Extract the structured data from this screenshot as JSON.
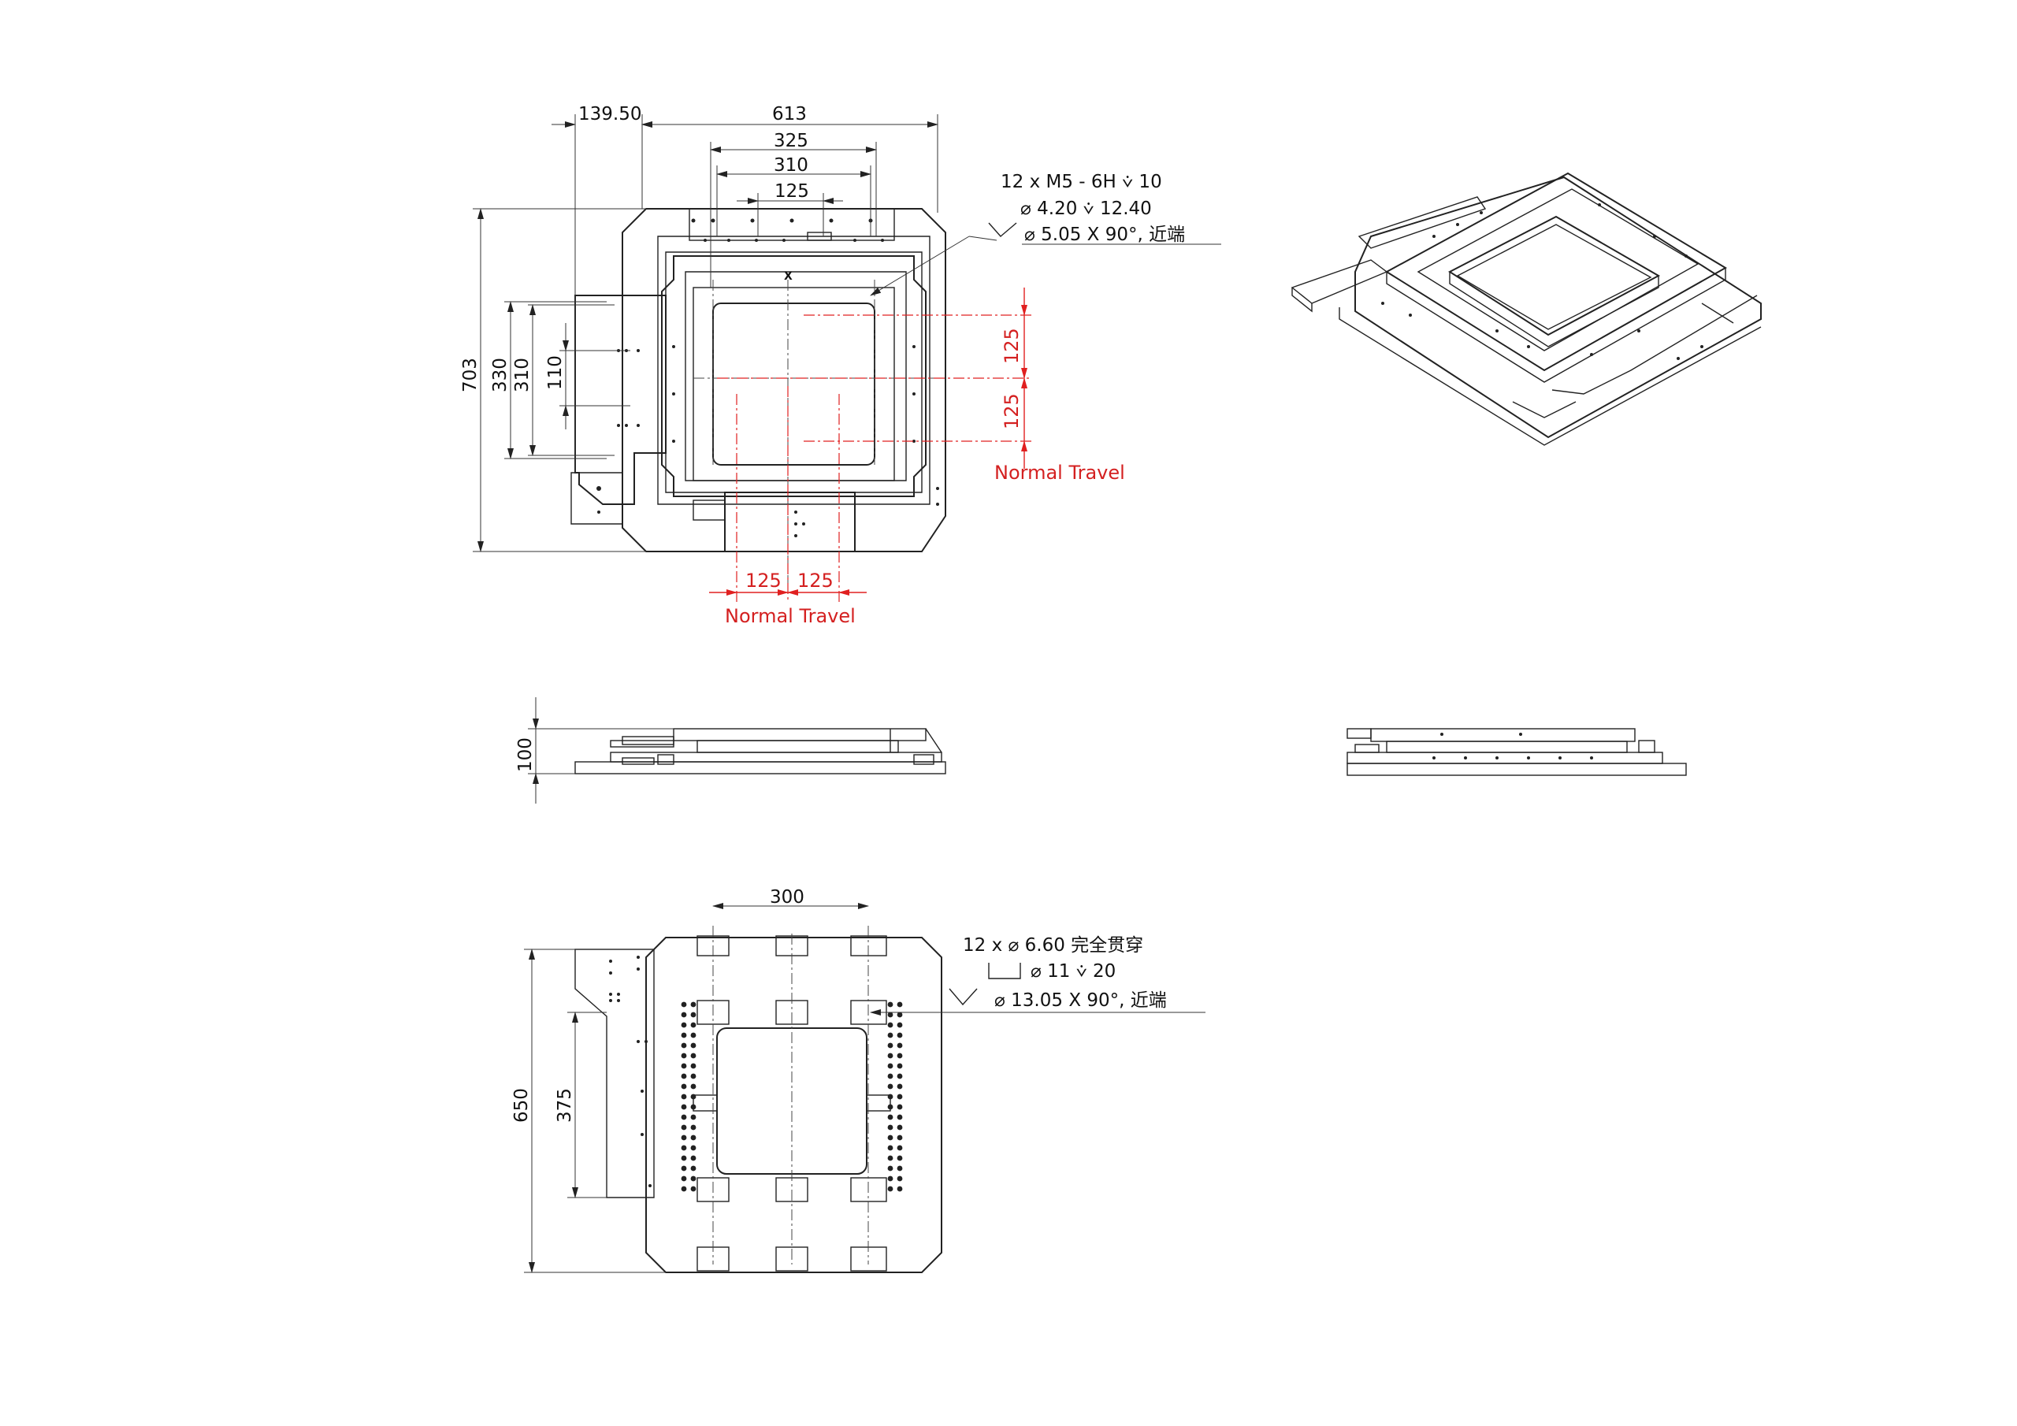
{
  "colors": {
    "line": "#222222",
    "travel": "#e02020",
    "background": "#ffffff"
  },
  "top_view": {
    "dims": {
      "offset_left": "139.50",
      "overall_width": "613",
      "opening_325": "325",
      "opening_310": "310",
      "hole_pitch_125": "125",
      "overall_height": "703",
      "side_330": "330",
      "side_310": "310",
      "side_110": "110"
    },
    "note_top": {
      "line1": "12 x  M5 - 6H ⩒ 10",
      "line2": "⌀ 4.20 ⩒ 12.40",
      "line3": "⌀ 5.05 X 90°, 近端"
    },
    "travel_y": {
      "upper": "125",
      "lower": "125",
      "label": "Normal Travel"
    },
    "travel_x": {
      "left": "125",
      "right": "125",
      "label": "Normal Travel"
    }
  },
  "side_view": {
    "height": "100"
  },
  "bottom_view": {
    "dims": {
      "hole_spacing": "300",
      "overall_height": "650",
      "inner_375": "375"
    },
    "note": {
      "line1": "12 x ⌀ 6.60 完全贯穿",
      "line2": "⌀ 11 ⩒ 20",
      "line3": "⌀ 13.05 X 90°, 近端"
    }
  }
}
